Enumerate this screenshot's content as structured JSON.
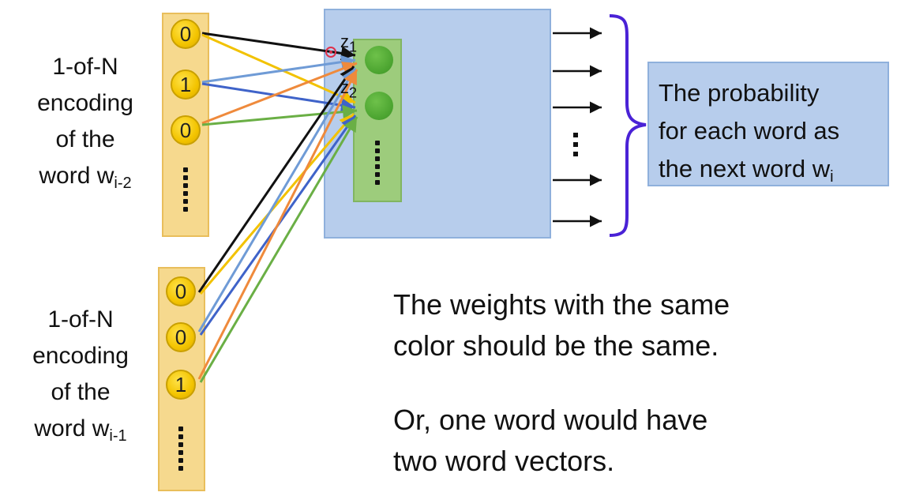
{
  "input_top": {
    "label_lines": [
      "1-of-N",
      "encoding",
      "of the"
    ],
    "label_word": "word w",
    "label_sub": "i-2",
    "nodes": [
      "0",
      "1",
      "0"
    ]
  },
  "input_bottom": {
    "label_lines": [
      "1-of-N",
      "encoding",
      "of the"
    ],
    "label_word": "word w",
    "label_sub": "i-1",
    "nodes": [
      "0",
      "0",
      "1"
    ]
  },
  "hidden": {
    "z1": "z",
    "z1_sub": "1",
    "z2": "z",
    "z2_sub": "2"
  },
  "output": {
    "line1": "The probability",
    "line2": "for each word as",
    "line3": "the next word w",
    "line3_sub": "i"
  },
  "notes": {
    "note1_line1": "The weights with the same",
    "note1_line2": "color should be the same.",
    "note2_line1": "Or, one word would have",
    "note2_line2": "two word vectors."
  },
  "colors": {
    "black": "#111111",
    "yellow": "#f2c200",
    "light_blue": "#6f9bd6",
    "dark_blue": "#3f63c9",
    "orange": "#ef8a3c",
    "green": "#6aaf45",
    "brace": "#4a22d6"
  }
}
